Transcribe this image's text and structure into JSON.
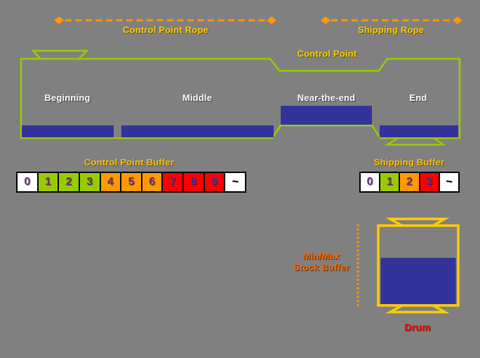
{
  "colors": {
    "background": "#808080",
    "flow_green": "#99CC00",
    "bar_blue": "#333399",
    "rope_orange": "#FF9900",
    "label_gold": "#FFCC00",
    "tank_gold": "#FFCC00",
    "minmax_orange": "#FF6600",
    "drum_red": "#FF0000"
  },
  "ropes": {
    "control_point": {
      "label": "Control Point Rope"
    },
    "shipping": {
      "label": "Shipping Rope"
    }
  },
  "flow_line": {
    "control_point_label": "Control Point",
    "sections": [
      {
        "label": "Beginning"
      },
      {
        "label": "Middle"
      },
      {
        "label": "Near-the-end"
      },
      {
        "label": "End"
      }
    ]
  },
  "control_point_buffer": {
    "title": "Control Point Buffer",
    "cells": [
      {
        "value": "0",
        "bg": "#FFFFFF",
        "fg": "#663377"
      },
      {
        "value": "1",
        "bg": "#99CC00",
        "fg": "#663377"
      },
      {
        "value": "2",
        "bg": "#99CC00",
        "fg": "#663377"
      },
      {
        "value": "3",
        "bg": "#99CC00",
        "fg": "#663377"
      },
      {
        "value": "4",
        "bg": "#FF9900",
        "fg": "#663377"
      },
      {
        "value": "5",
        "bg": "#FF9900",
        "fg": "#663377"
      },
      {
        "value": "6",
        "bg": "#FF9900",
        "fg": "#663377"
      },
      {
        "value": "7",
        "bg": "#FF0000",
        "fg": "#3A3A9E"
      },
      {
        "value": "8",
        "bg": "#FF0000",
        "fg": "#3A3A9E"
      },
      {
        "value": "9",
        "bg": "#FF0000",
        "fg": "#3A3A9E"
      },
      {
        "value": "~",
        "bg": "#FFFFFF",
        "fg": "#000000"
      }
    ]
  },
  "shipping_buffer": {
    "title": "Shipping Buffer",
    "cells": [
      {
        "value": "0",
        "bg": "#FFFFFF",
        "fg": "#663377"
      },
      {
        "value": "1",
        "bg": "#99CC00",
        "fg": "#663377"
      },
      {
        "value": "2",
        "bg": "#FF9900",
        "fg": "#663377"
      },
      {
        "value": "3",
        "bg": "#FF0000",
        "fg": "#3A3A9E"
      },
      {
        "value": "~",
        "bg": "#FFFFFF",
        "fg": "#000000"
      }
    ]
  },
  "stock_buffer": {
    "label_line1": "Min/Max",
    "label_line2": "Stock Buffer",
    "drum_label": "Drum"
  }
}
